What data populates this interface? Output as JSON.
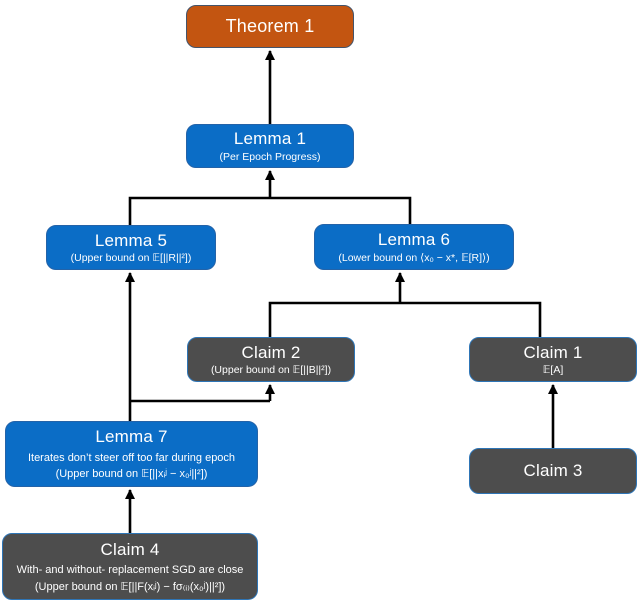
{
  "diagram": {
    "kind": "proof-dependency-flowchart",
    "nodes": {
      "theorem1": {
        "title": "Theorem 1"
      },
      "lemma1": {
        "title": "Lemma 1",
        "subtitle": "(Per Epoch Progress)"
      },
      "lemma5": {
        "title": "Lemma 5",
        "subtitle": "(Upper bound on 𝔼[||R||²])"
      },
      "lemma6": {
        "title": "Lemma 6",
        "subtitle": "(Lower bound on ⟨x₀ − x*, 𝔼[R]⟩)"
      },
      "claim2": {
        "title": "Claim 2",
        "subtitle": "(Upper bound on 𝔼[||B||²])"
      },
      "claim1": {
        "title": "Claim 1",
        "subtitle": "𝔼[A]"
      },
      "lemma7": {
        "title": "Lemma 7",
        "description": "Iterates don’t steer off too far during epoch",
        "subtitle": "(Upper bound on 𝔼[||xᵢʲ − x₀ʲ||²])"
      },
      "claim3": {
        "title": "Claim 3"
      },
      "claim4": {
        "title": "Claim 4",
        "description": "With- and without- replacement SGD are close",
        "subtitle": "(Upper bound on 𝔼[||F(xᵢʲ) − fσ₍ᵢ₎(x₀ʲ)||²])"
      }
    },
    "edges": [
      {
        "from": "Lemma 1",
        "to": "Theorem 1"
      },
      {
        "from": "Lemma 5",
        "to": "Lemma 1"
      },
      {
        "from": "Lemma 6",
        "to": "Lemma 1"
      },
      {
        "from": "Claim 2",
        "to": "Lemma 6"
      },
      {
        "from": "Claim 1",
        "to": "Lemma 6"
      },
      {
        "from": "Lemma 7",
        "to": "Lemma 5"
      },
      {
        "from": "Lemma 7",
        "to": "Claim 2"
      },
      {
        "from": "Claim 3",
        "to": "Claim 1"
      },
      {
        "from": "Claim 4",
        "to": "Lemma 7"
      }
    ],
    "colors": {
      "theorem_fill": "#C35511",
      "lemma_fill": "#0B6DC6",
      "claim_fill": "#4D4D4D",
      "claim_border": "#2E75B6",
      "arrow": "#000000",
      "background": "#FFFFFF"
    }
  }
}
